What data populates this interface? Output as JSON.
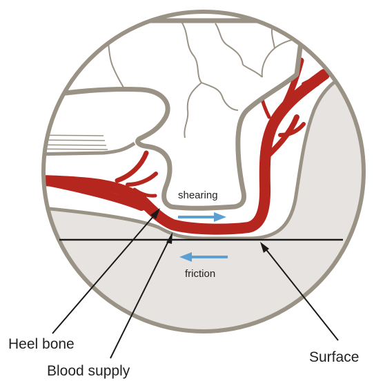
{
  "labels": {
    "shearing": "shearing",
    "friction": "friction",
    "heel_bone": "Heel bone",
    "blood_supply": "Blood supply",
    "surface": "Surface"
  },
  "colors": {
    "circle_outline": "#9a9385",
    "tissue_fill": "#e6e3e0",
    "bone_outline": "#9a9385",
    "blood_vessel": "#b5261e",
    "surface_line": "#1a1a1a",
    "arrow_blue": "#5b9fd3",
    "pointer_line": "#1a1a1a",
    "label_text": "#222222"
  },
  "icons": {
    "shear_arrow": "right-arrow-icon",
    "friction_arrow": "left-arrow-icon"
  }
}
